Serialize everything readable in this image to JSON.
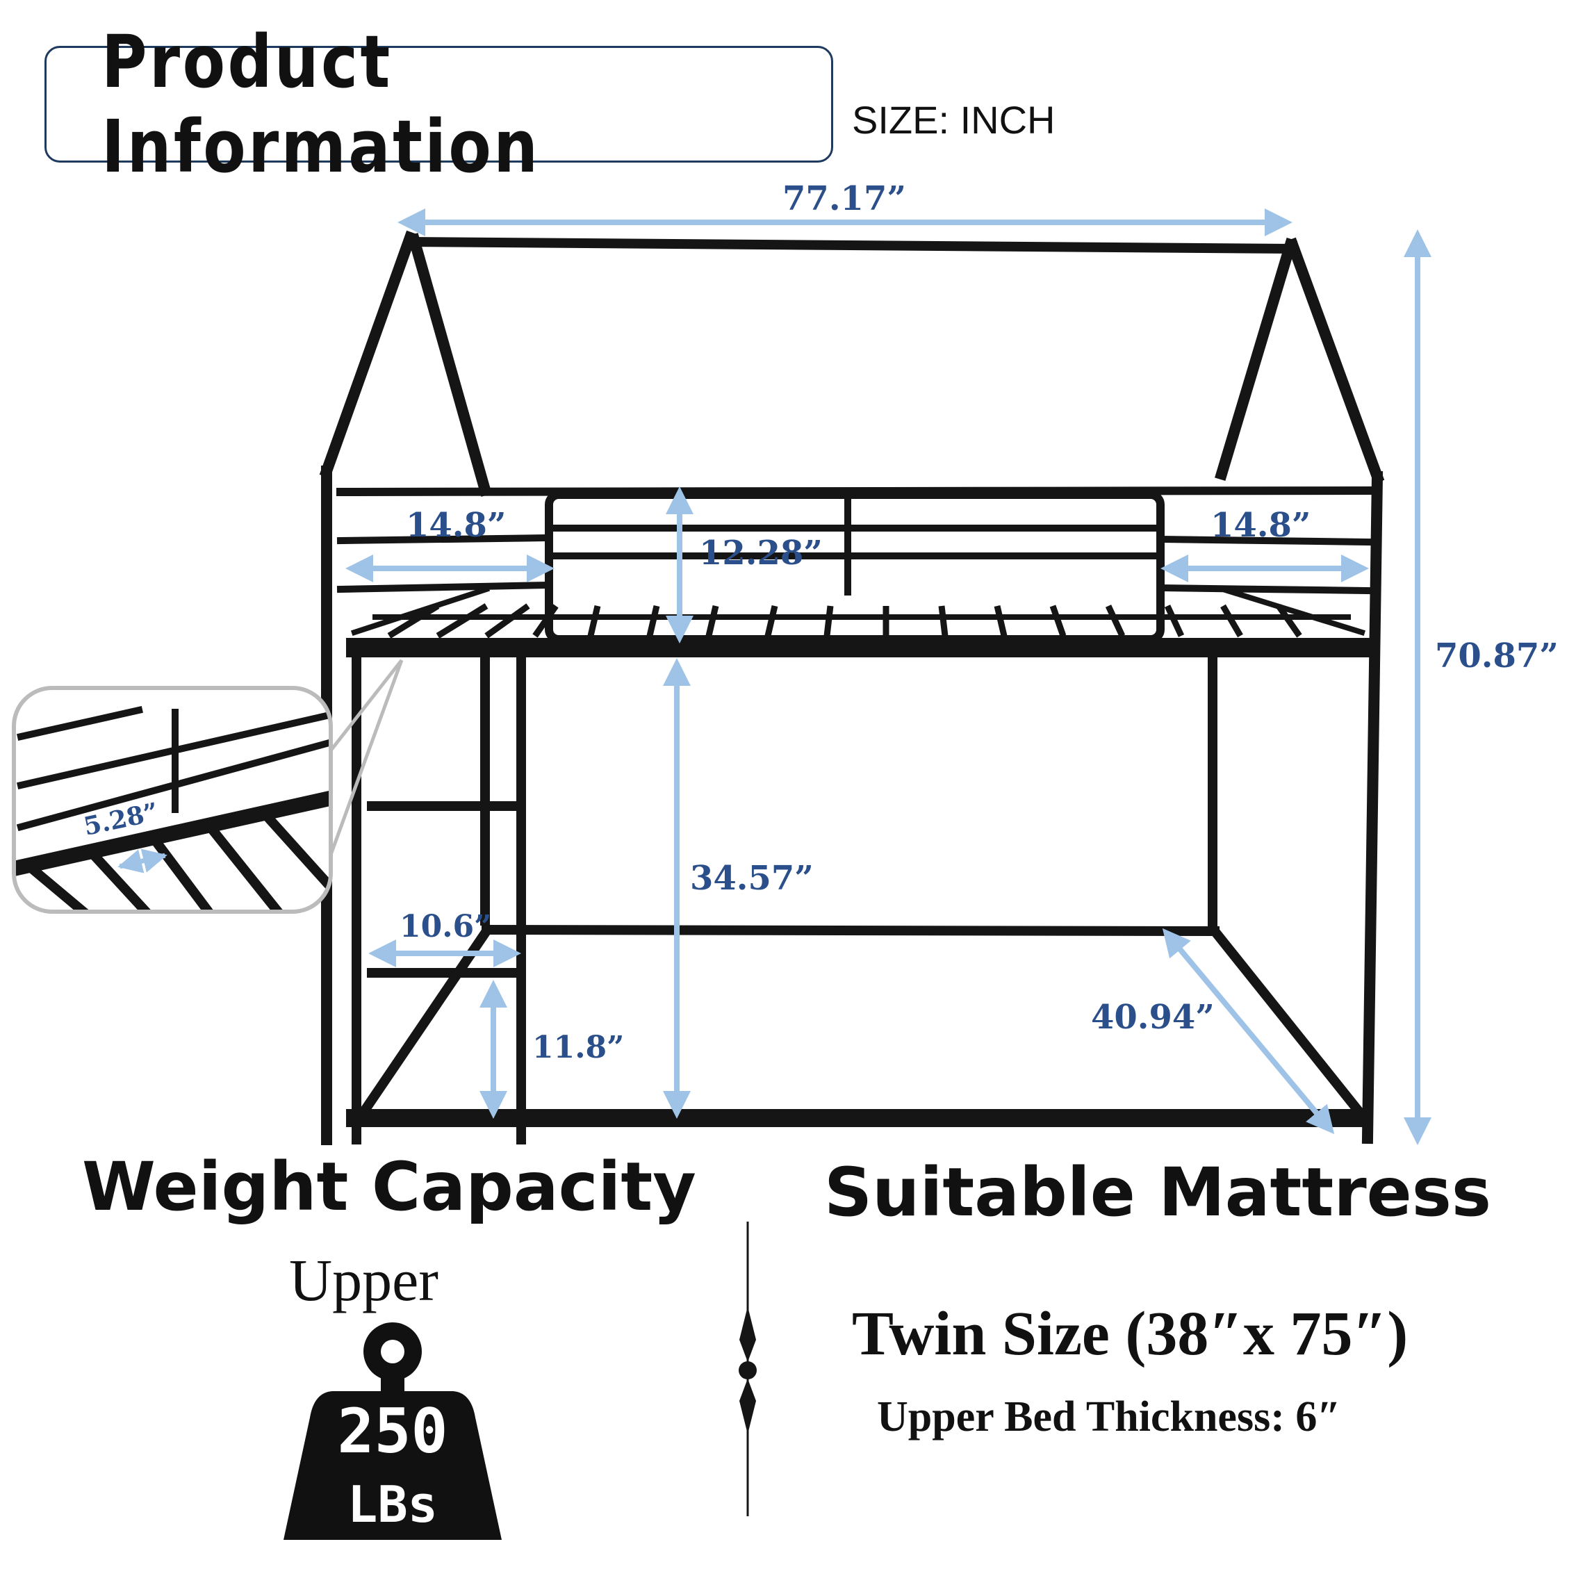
{
  "header": {
    "title": "Product Information",
    "size_unit": "SIZE: INCH"
  },
  "dimensions": {
    "overall_length": "77.17”",
    "overall_height": "70.87”",
    "left_guardrail_opening": "14.8”",
    "right_guardrail_opening": "14.8”",
    "guardrail_height": "12.28”",
    "under_bed_clearance": "34.57”",
    "ladder_width": "10.6”",
    "ladder_step_height": "11.8”",
    "bed_width": "40.94”",
    "slat_spacing": "5.28”"
  },
  "weight_capacity": {
    "heading": "Weight Capacity",
    "position": "Upper",
    "value": "250",
    "unit": "LBs"
  },
  "mattress": {
    "heading": "Suitable Mattress",
    "size": "Twin Size (38″x 75″)",
    "thickness": "Upper Bed Thickness: 6″"
  },
  "colors": {
    "dimension_arrow": "#9fc3e7",
    "dimension_text": "#2b4f8a",
    "frame": "#151515",
    "header_border": "#1f3a5f"
  }
}
